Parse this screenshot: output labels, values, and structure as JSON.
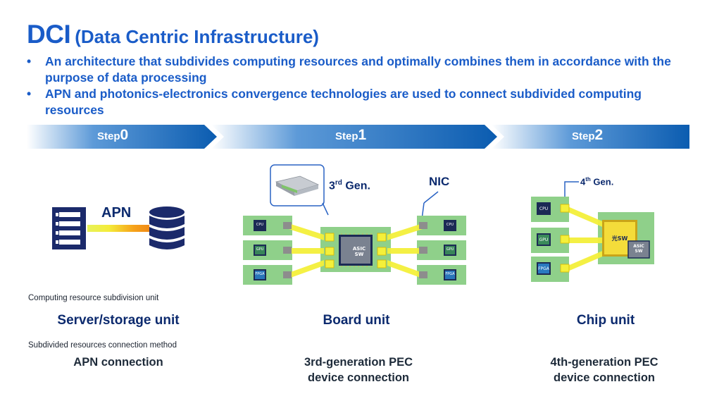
{
  "title": {
    "main": "DCI",
    "sub": "(Data Centric Infrastructure)"
  },
  "bullets": [
    {
      "marker": "•",
      "text": "An architecture that subdivides computing resources and optimally combines them in accordance with the purpose of data processing"
    },
    {
      "marker": "•",
      "text": "APN and photonics-electronics convergence technologies are used to connect subdivided computing resources"
    }
  ],
  "steps": [
    {
      "word": "Step",
      "num": "0"
    },
    {
      "word": "Step",
      "num": "1"
    },
    {
      "word": "Step",
      "num": "2"
    }
  ],
  "step0": {
    "apn_label": "APN"
  },
  "step1": {
    "gen_num": "3",
    "gen_sup": "rd",
    "gen_word": "Gen.",
    "nic_label": "NIC",
    "asic_line1": "ASIC",
    "asic_line2": "SW",
    "chips": [
      "CPU",
      "GPU",
      "FPGA"
    ]
  },
  "step2": {
    "gen_num": "4",
    "gen_sup": "th",
    "gen_word": "Gen.",
    "optical_sw": "光SW",
    "asic_line1": "ASIC",
    "asic_line2": "SW",
    "chips": [
      "CPU",
      "GPU",
      "FPGA"
    ]
  },
  "captions": {
    "subdivision_unit": "Computing resource subdivision unit",
    "connection_method": "Subdivided resources connection method"
  },
  "units": [
    "Server/storage unit",
    "Board unit",
    "Chip unit"
  ],
  "methods": [
    {
      "line1": "APN connection",
      "line2": ""
    },
    {
      "line1": "3rd-generation PEC",
      "line2": "device connection"
    },
    {
      "line1": "4th-generation PEC",
      "line2": "device connection"
    }
  ],
  "colors": {
    "title_blue": "#1a5cc8",
    "band_dark": "#0b5cb0",
    "board_green": "#8fd08a",
    "link_yellow": "#f4f03a",
    "server_navy": "#1b2a6b"
  }
}
